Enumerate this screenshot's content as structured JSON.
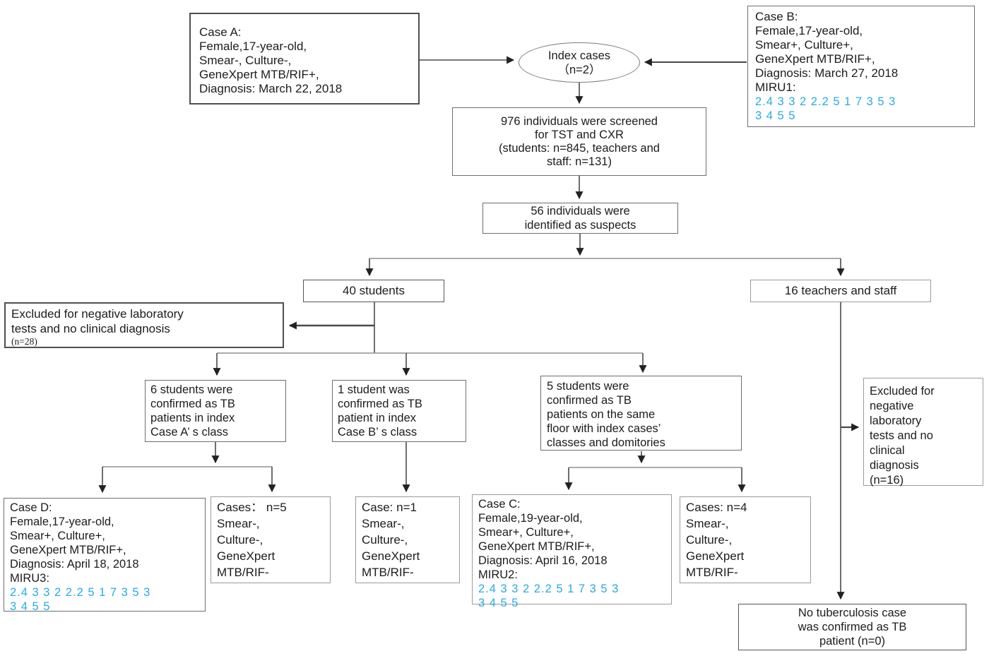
{
  "colors": {
    "miru_numbers": "#29abe2",
    "text": "#1c1c1c",
    "line": "#4a4a4a"
  },
  "nodes": {
    "case_a": {
      "text": "Case A:\nFemale,17-year-old,\nSmear-, Culture-,\nGeneXpert MTB/RIF+,\nDiagnosis: March 22, 2018"
    },
    "case_b": {
      "text": "Case B:\nFemale,17-year-old,\nSmear+, Culture+,\nGeneXpert MTB/RIF+,\nDiagnosis: March 27, 2018\nMIRU1:",
      "miru": "2.4 3 3 2 2.2 5 1 7 3 5 3\n3 4 5 5"
    },
    "index_cases": {
      "line1": "Index cases",
      "line2": "（n=2）"
    },
    "screened": {
      "text": "976 individuals were screened\nfor TST and CXR\n(students: n=845, teachers and\nstaff: n=131)"
    },
    "suspects": {
      "text": "56 individuals were\nidentified as suspects"
    },
    "students_40": {
      "text": "40 students"
    },
    "teachers_16": {
      "text": "16 teachers and staff"
    },
    "excluded_students": {
      "text": "Excluded for  negative laboratory\ntests and no clinical diagnosis",
      "note": "(n=28)"
    },
    "class_a": {
      "text": "6 students were\nconfirmed as TB\npatients in index\nCase A’ s class"
    },
    "class_b": {
      "text": "1 student was\nconfirmed as TB\npatient in index\nCase B’ s class"
    },
    "same_floor": {
      "text": "5 students were\nconfirmed as TB\npatients on the same\nfloor with  index cases’\nclasses and domitories"
    },
    "excluded_teachers": {
      "text": "Excluded for\nnegative\nlaboratory\ntests and no\nclinical\ndiagnosis\n(n=16)"
    },
    "case_d": {
      "text": "Case D:\nFemale,17-year-old,\nSmear+, Culture+,\nGeneXpert MTB/RIF+,\nDiagnosis: April 18, 2018\nMIRU3:",
      "miru": "2.4 3 3 2 2.2 5 1 7 3 5 3\n3 4 5 5"
    },
    "cases_n5": {
      "text": "Cases：  n=5\nSmear-,\nCulture-,\nGeneXpert\nMTB/RIF-"
    },
    "case_n1": {
      "text": "Case: n=1\nSmear-,\nCulture-,\nGeneXpert\nMTB/RIF-"
    },
    "case_c": {
      "text": "Case C:\nFemale,19-year-old,\nSmear+, Culture+,\nGeneXpert MTB/RIF+,\nDiagnosis: April 16, 2018\nMIRU2:",
      "miru": "2.4 3 3 2 2.2 5 1 7 3 5 3\n3 4 5 5"
    },
    "cases_n4": {
      "text": "Cases: n=4\nSmear-,\nCulture-,\nGeneXpert\nMTB/RIF-"
    },
    "no_tb": {
      "text": "No tuberculosis case\nwas confirmed as TB\npatient (n=0)"
    }
  }
}
